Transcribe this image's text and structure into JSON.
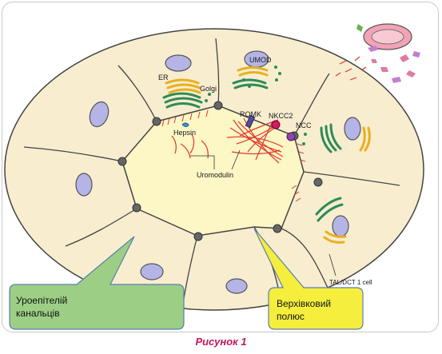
{
  "labels": {
    "er": "ER",
    "golgi": "Golgi",
    "umod": "UMOD",
    "romk": "ROMK",
    "nkcc2": "NKCC2",
    "ncc": "NCC",
    "hepsin": "Hepsin",
    "uromodulin": "Uromodulin",
    "cell_type": "TAL/DCT 1 cell"
  },
  "callouts": {
    "epithelium": [
      "Уроепітелій",
      "канальців"
    ],
    "apical_pole": [
      "Верхівковий",
      "полюс"
    ]
  },
  "caption": "Рисунок 1",
  "colors": {
    "cell_fill": "#f8edcf",
    "lumen_fill": "#fdf6c5",
    "membrane": "#444444",
    "uromodulin_fibers": "#e2392b",
    "nucleus": "#b4b4e6",
    "er_green": "#2e8b57",
    "golgi_yellow": "#e8b020",
    "callout_green": "#9ccf85",
    "callout_yellow": "#f5ee3c",
    "caption_color": "#c2185b"
  }
}
